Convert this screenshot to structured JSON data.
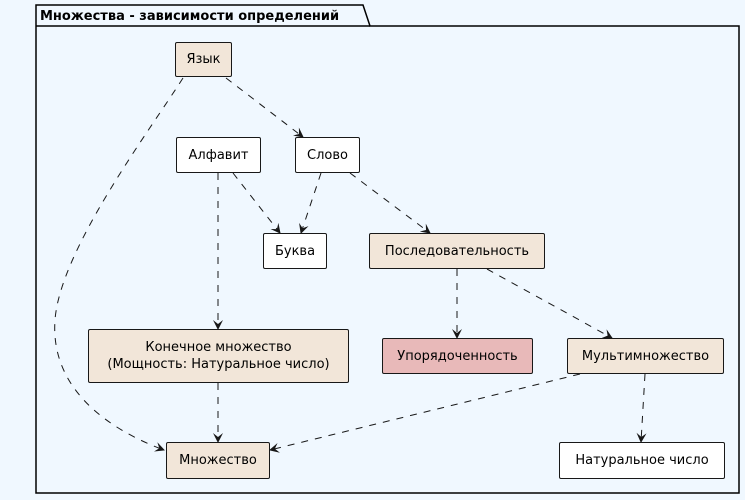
{
  "package": {
    "title": "Множества - зависимости определений"
  },
  "nodes": {
    "language": {
      "label": "Язык",
      "fill": "#f2e6d9"
    },
    "alphabet": {
      "label": "Алфавит",
      "fill": "#ffffff"
    },
    "word": {
      "label": "Слово",
      "fill": "#ffffff"
    },
    "letter": {
      "label": "Буква",
      "fill": "#ffffff"
    },
    "sequence": {
      "label": "Последовательность",
      "fill": "#f2e6d9"
    },
    "finite_set": {
      "label": "Конечное множество\n(Мощность: Натуральное число)",
      "fill": "#f2e6d9"
    },
    "ordering": {
      "label": "Упорядоченность",
      "fill": "#e8b9b9"
    },
    "multiset": {
      "label": "Мультимножество",
      "fill": "#f2e6d9"
    },
    "set": {
      "label": "Множество",
      "fill": "#f2e6d9"
    },
    "natural": {
      "label": "Натуральное число",
      "fill": "#ffffff"
    }
  },
  "edges": [
    {
      "from": "language",
      "to": "word"
    },
    {
      "from": "language",
      "to": "set"
    },
    {
      "from": "alphabet",
      "to": "letter"
    },
    {
      "from": "alphabet",
      "to": "finite_set"
    },
    {
      "from": "word",
      "to": "letter"
    },
    {
      "from": "word",
      "to": "sequence"
    },
    {
      "from": "sequence",
      "to": "ordering"
    },
    {
      "from": "sequence",
      "to": "multiset"
    },
    {
      "from": "finite_set",
      "to": "set"
    },
    {
      "from": "multiset",
      "to": "set"
    },
    {
      "from": "multiset",
      "to": "natural"
    }
  ],
  "colors": {
    "background": "#f0f8ff",
    "border": "#181818",
    "beige": "#f2e6d9",
    "rose": "#e8b9b9",
    "white": "#ffffff"
  }
}
